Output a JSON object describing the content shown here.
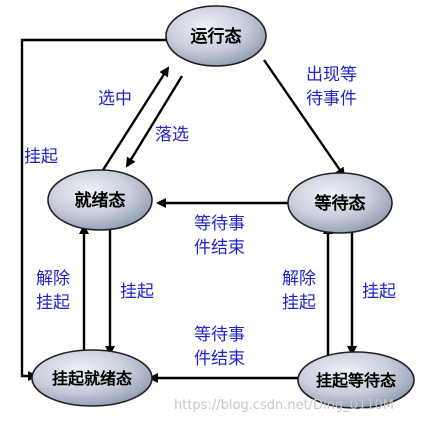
{
  "states": {
    "running": "运行态",
    "ready": "就绪态",
    "waiting": "等待态",
    "suspended_ready": "挂起就绪态",
    "suspended_waiting": "挂起等待态"
  },
  "edges": {
    "select": "选中",
    "drop": "落选",
    "wait_event": [
      "出现等",
      "待事件"
    ],
    "event_done_1": [
      "等待事",
      "件结束"
    ],
    "event_done_2": [
      "等待事",
      "件结束"
    ],
    "suspend_left": "挂起",
    "suspend_ready": "挂起",
    "unsuspend_ready": [
      "解除",
      "挂起"
    ],
    "unsuspend_wait": [
      "解除",
      "挂起"
    ],
    "suspend_wait": "挂起"
  },
  "watermark": "https://blog.csdn.net/Ding_0110M",
  "colors": {
    "node_fill_light": "#d9deea",
    "node_fill_dark": "#98a4bb",
    "node_stroke": "#202020",
    "label_blue": "#1f23c8",
    "arrow": "#000000"
  }
}
